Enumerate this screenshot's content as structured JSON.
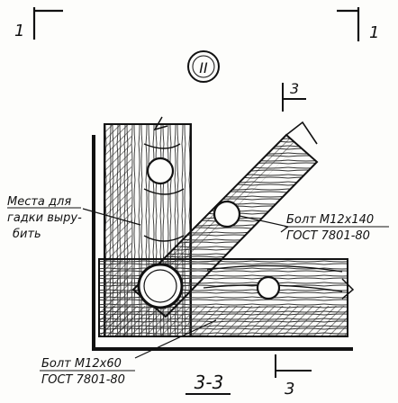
{
  "section_marks": {
    "top_left": "1",
    "top_right": "1",
    "bracket_top": "3",
    "bracket_bottom": "3"
  },
  "detail_marker": "II",
  "callouts": {
    "notch_note_line1": "Места для",
    "notch_note_line2": "гадки выру-",
    "notch_note_line3": "бить",
    "bolt_upper_line1": "Болт M12x140",
    "bolt_upper_line2": "ГОСТ 7801-80",
    "bolt_lower_line1": "Болт M12x60",
    "bolt_lower_line2": "ГОСТ 7801-80"
  },
  "section_caption": "3-3",
  "colors": {
    "ink": "#111111",
    "paper": "#fdfdfb"
  }
}
